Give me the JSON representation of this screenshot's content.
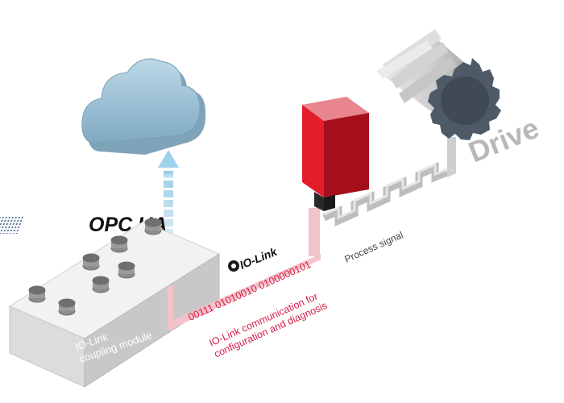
{
  "labels": {
    "opc_ua": "OPC UA",
    "io_link_logo": "IO-Link",
    "binary": "00111 01010010 0100000101",
    "io_link_comm_line1": "IO-Link communication for",
    "io_link_comm_line2": "configuration and diagnosis",
    "process_signal": "Process signal",
    "drive": "Drive",
    "module_line1": "IO-Link",
    "module_line2": "coupling module"
  },
  "colors": {
    "cloud": "#9cc3d8",
    "arrow": "#a9d3ea",
    "sensor": "#c4121f",
    "sensor_beam": "#f3c2ca",
    "comm_text": "#d81b46",
    "module": "#e3e3e3",
    "signal": "#bdbdbd",
    "drive_text": "#b8b8b8",
    "gear_face": "#4e5a66"
  },
  "icons": {
    "cloud": "cloud-icon",
    "sensor": "photoelectric-sensor",
    "drive": "gear-drive",
    "arrow": "upward-arrow"
  }
}
